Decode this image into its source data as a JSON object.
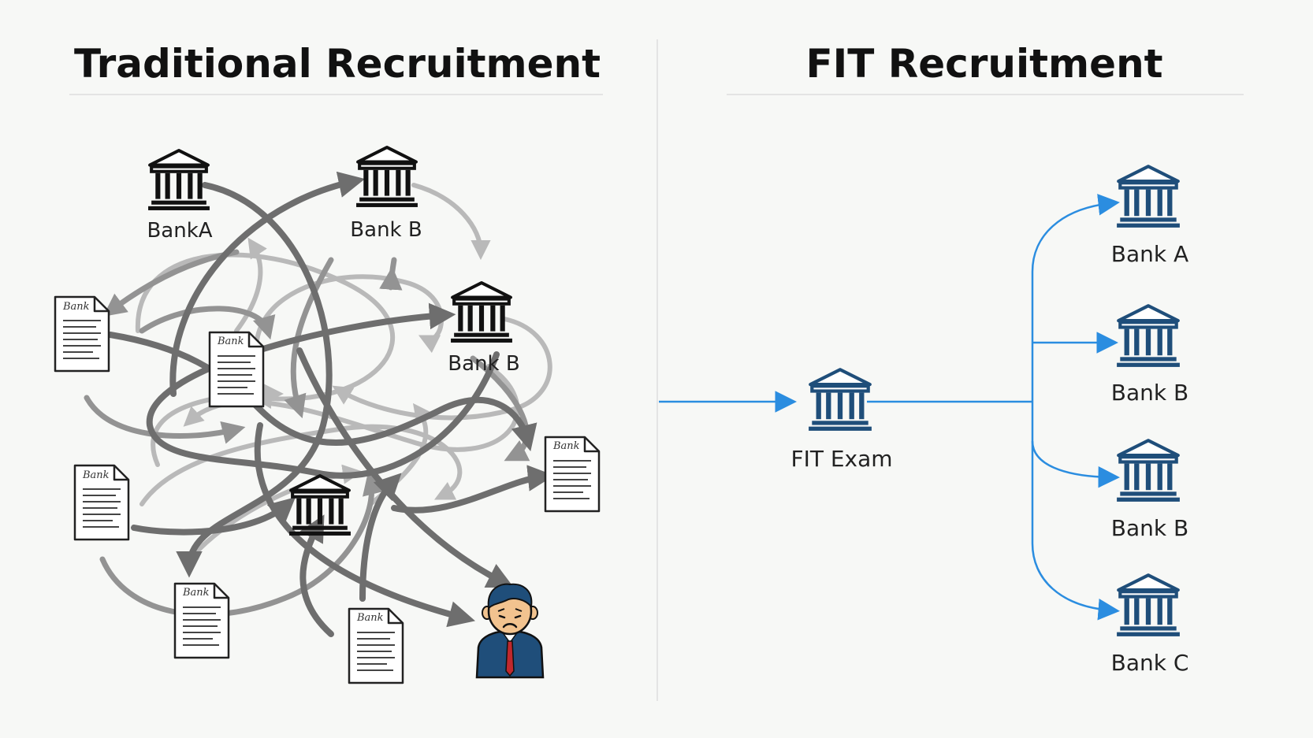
{
  "left_panel": {
    "title": "Traditional Recruitment",
    "banks": [
      {
        "label": "BankA"
      },
      {
        "label": "Bank B"
      },
      {
        "label": "Bank B"
      },
      {
        "label": ""
      }
    ],
    "documents": [
      {
        "label": "Bank"
      },
      {
        "label": "Bank"
      },
      {
        "label": "Bank"
      },
      {
        "label": "Bank"
      },
      {
        "label": "Bank"
      },
      {
        "label": "Bank"
      }
    ],
    "candidate": {
      "icon": "sad-person-icon"
    }
  },
  "right_panel": {
    "title": "FIT Recruitment",
    "hub": {
      "label": "FIT Exam"
    },
    "targets": [
      {
        "label": "Bank A"
      },
      {
        "label": "Bank B"
      },
      {
        "label": "Bank B"
      },
      {
        "label": "Bank C"
      }
    ],
    "colors": {
      "arrow": "#2b8de0",
      "icon": "#1f4e7a"
    }
  },
  "colors": {
    "background": "#f7f8f6",
    "tangle_dark": "#6e6e6e",
    "tangle_light": "#b9b9b9",
    "divider": "#dddddd"
  }
}
